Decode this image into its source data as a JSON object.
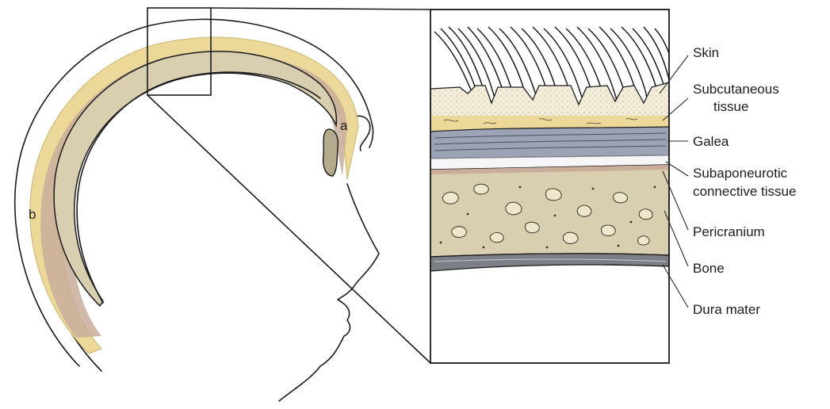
{
  "head_markers": {
    "a": "a",
    "b": "b"
  },
  "layers": [
    {
      "label_lines": [
        "Skin"
      ]
    },
    {
      "label_lines": [
        "Subcutaneous",
        "tissue"
      ]
    },
    {
      "label_lines": [
        "Galea"
      ]
    },
    {
      "label_lines": [
        "Subaponeurotic",
        "connective tissue"
      ]
    },
    {
      "label_lines": [
        "Pericranium"
      ]
    },
    {
      "label_lines": [
        "Bone"
      ]
    },
    {
      "label_lines": [
        "Dura mater"
      ]
    }
  ],
  "colors": {
    "bone": "#d8cfb0",
    "bone_dark": "#b4ab8e",
    "subcutaneous": "#ecd99a",
    "skin_fill": "#f2ecd8",
    "galea": "#9ba3b4",
    "subaponeurotic": "#f6f6f8",
    "pericranium_band": "#c9ad9a",
    "dura": "#7c7f86",
    "outline": "#1a1a1a"
  }
}
